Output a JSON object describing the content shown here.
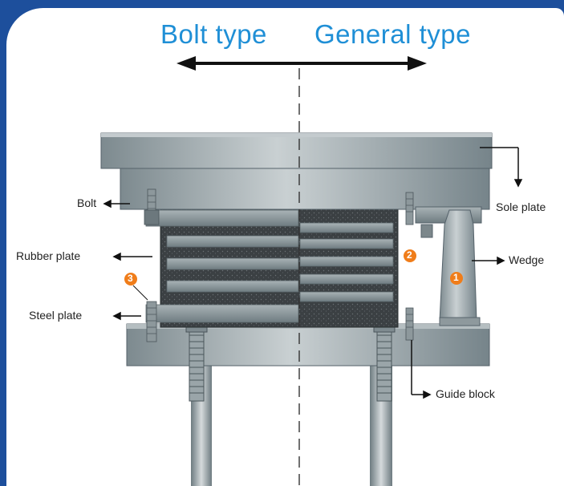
{
  "header": {
    "left_title": "Bolt type",
    "right_title": "General type"
  },
  "labels": {
    "bolt": "Bolt",
    "rubber_plate": "Rubber plate",
    "steel_plate": "Steel plate",
    "sole_plate": "Sole plate",
    "wedge": "Wedge",
    "guide_block": "Guide block"
  },
  "markers": {
    "wedge_marker": "1",
    "guide_marker": "2",
    "bolt_marker": "3"
  },
  "colors": {
    "background_blue": "#1d4f9c",
    "title_blue": "#1f8fd6",
    "marker_orange": "#f07d1a",
    "plate_grey": "#8c989c"
  }
}
